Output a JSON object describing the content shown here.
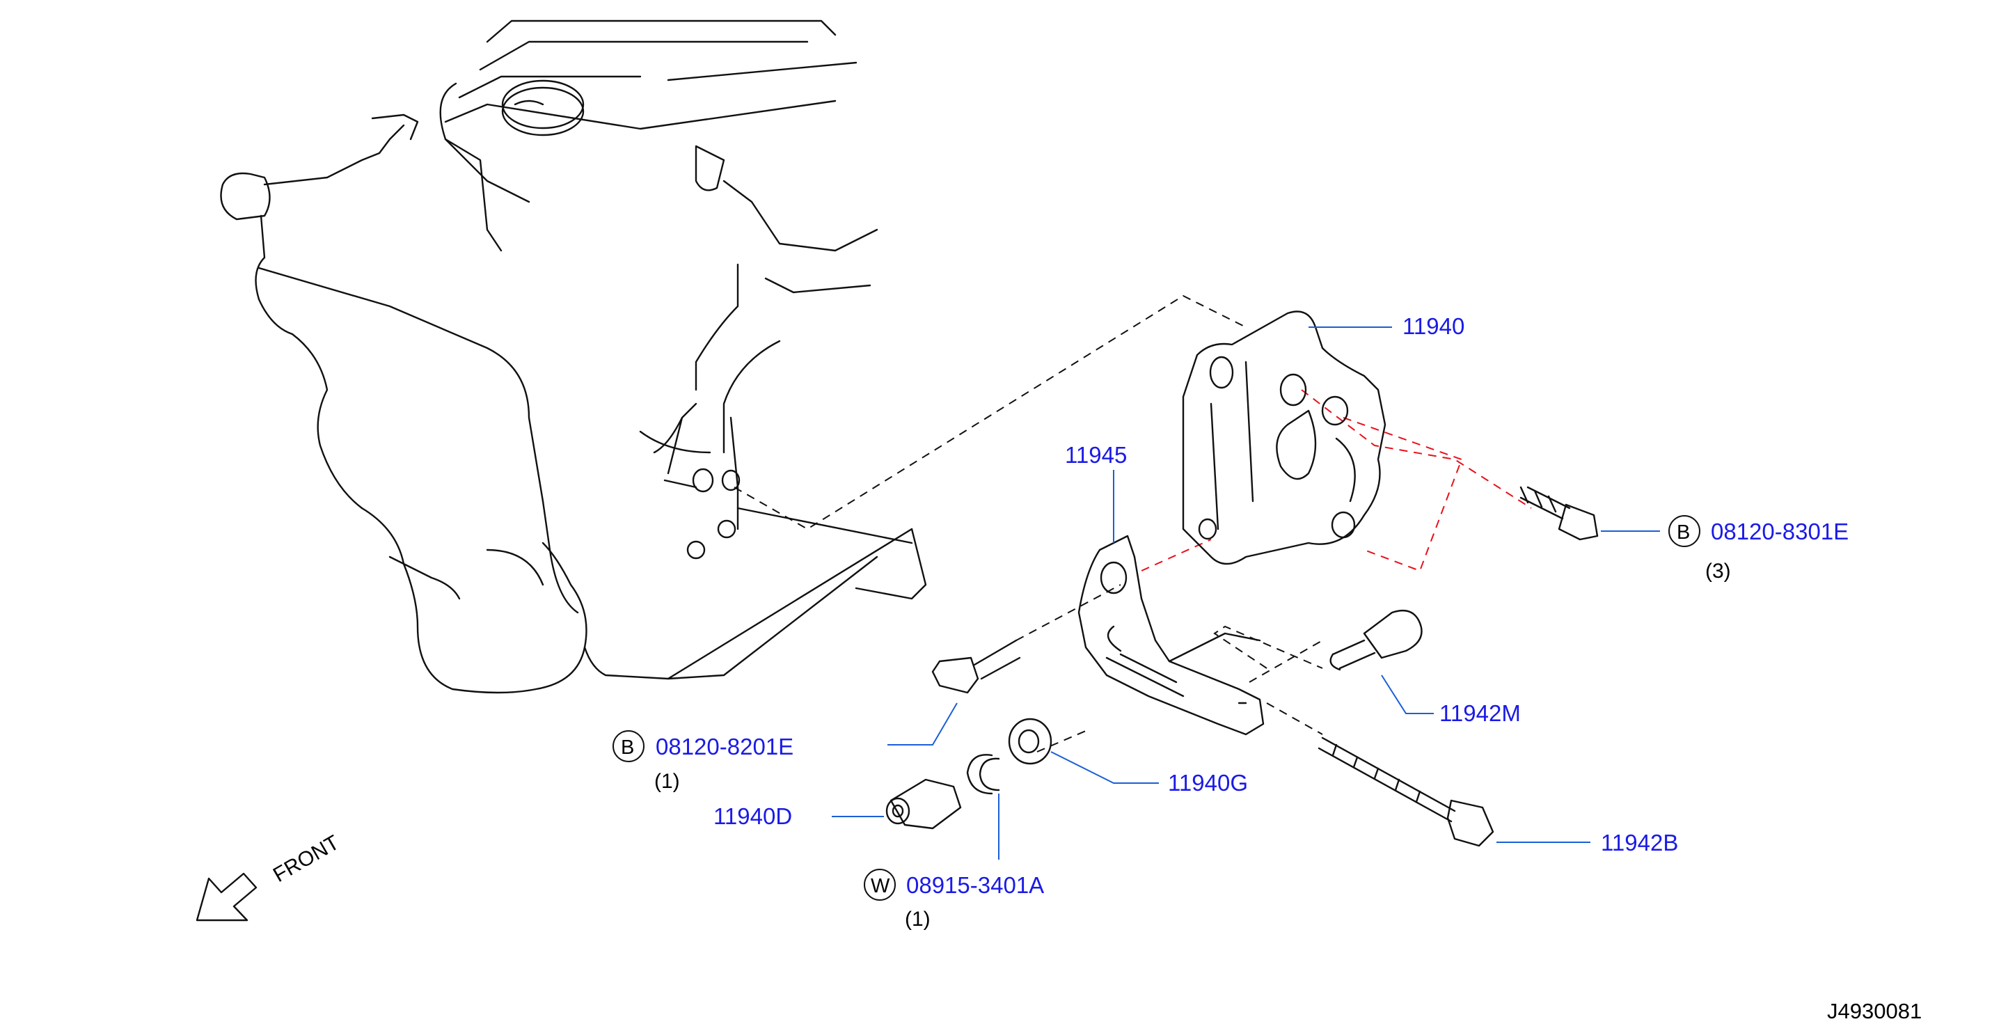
{
  "parts": [
    {
      "id": "p-11940",
      "number": "11940"
    },
    {
      "id": "p-11945",
      "number": "11945"
    },
    {
      "id": "p-0812083",
      "number": "08120-8301E",
      "marker": "B",
      "qty": "(3)"
    },
    {
      "id": "p-11942M",
      "number": "11942M"
    },
    {
      "id": "p-0812082",
      "number": "08120-8201E",
      "marker": "B",
      "qty": "(1)"
    },
    {
      "id": "p-11940G",
      "number": "11940G"
    },
    {
      "id": "p-11940D",
      "number": "11940D"
    },
    {
      "id": "p-08915",
      "number": "08915-3401A",
      "marker": "W",
      "qty": "(1)"
    },
    {
      "id": "p-11942B",
      "number": "11942B"
    }
  ],
  "front_label": "FRONT",
  "diagram_code": "J4930081",
  "colors": {
    "part_number": "#1a1ae6",
    "leader": "#1a5fd6",
    "red_dashed": "#e8101a"
  }
}
